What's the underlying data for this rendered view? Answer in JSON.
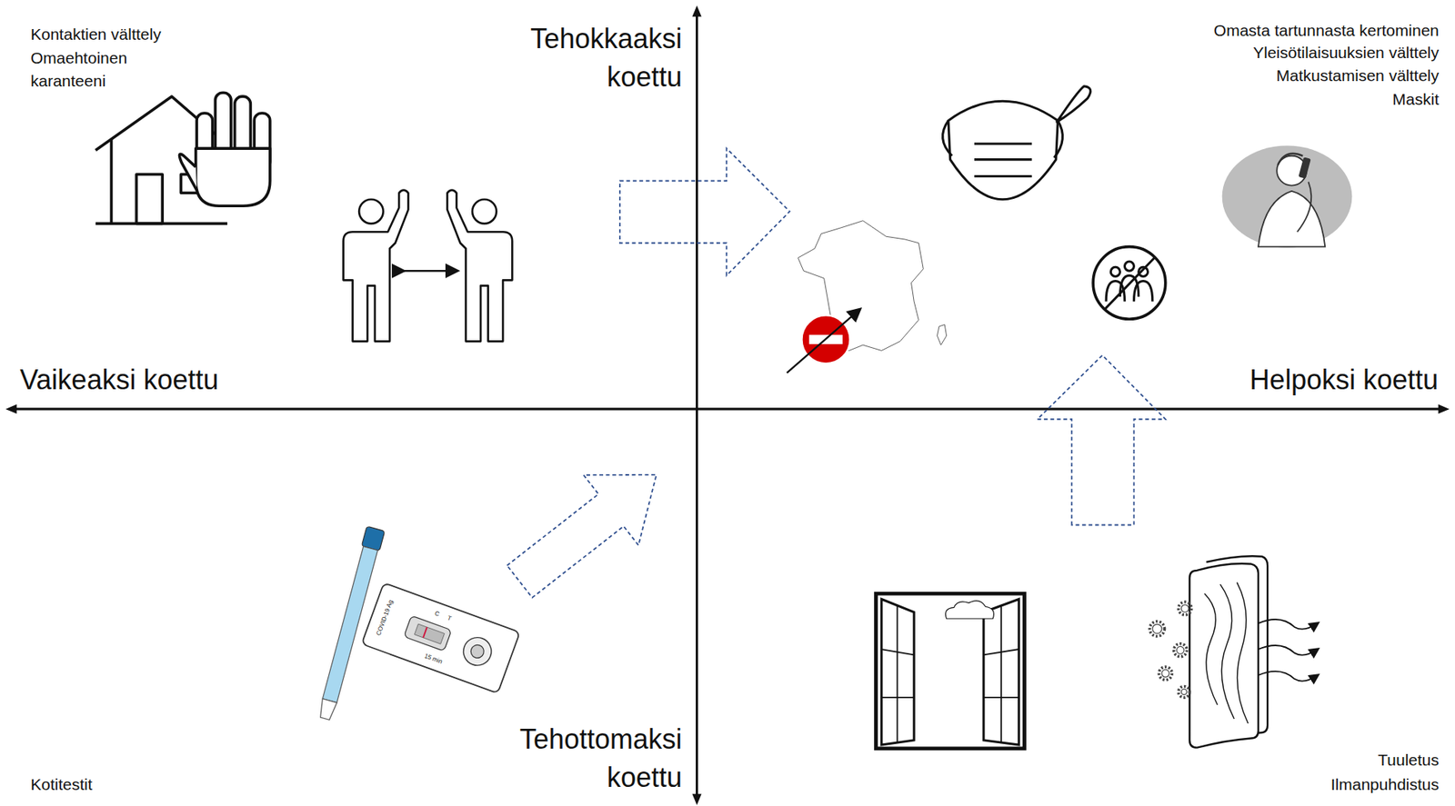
{
  "diagram": {
    "labels": [
      "Kontaktien välttely",
      "Omaehtoinen karanteeni",
      "Tehokkaaksi koettu",
      "Omasta tartunnasta kertominen",
      "Yleisötilaisuuksien välttely",
      "Matkustamisen välttely",
      "Maskit",
      "Vaikeaksi koettu",
      "Helpoksi koettu",
      "Kotitestit",
      "Tehottomaksi koettu",
      "Tuuletus",
      "Ilmanpuhdistus",
      "COVID-19 Ag",
      "C",
      "T",
      "15 min"
    ]
  }
}
